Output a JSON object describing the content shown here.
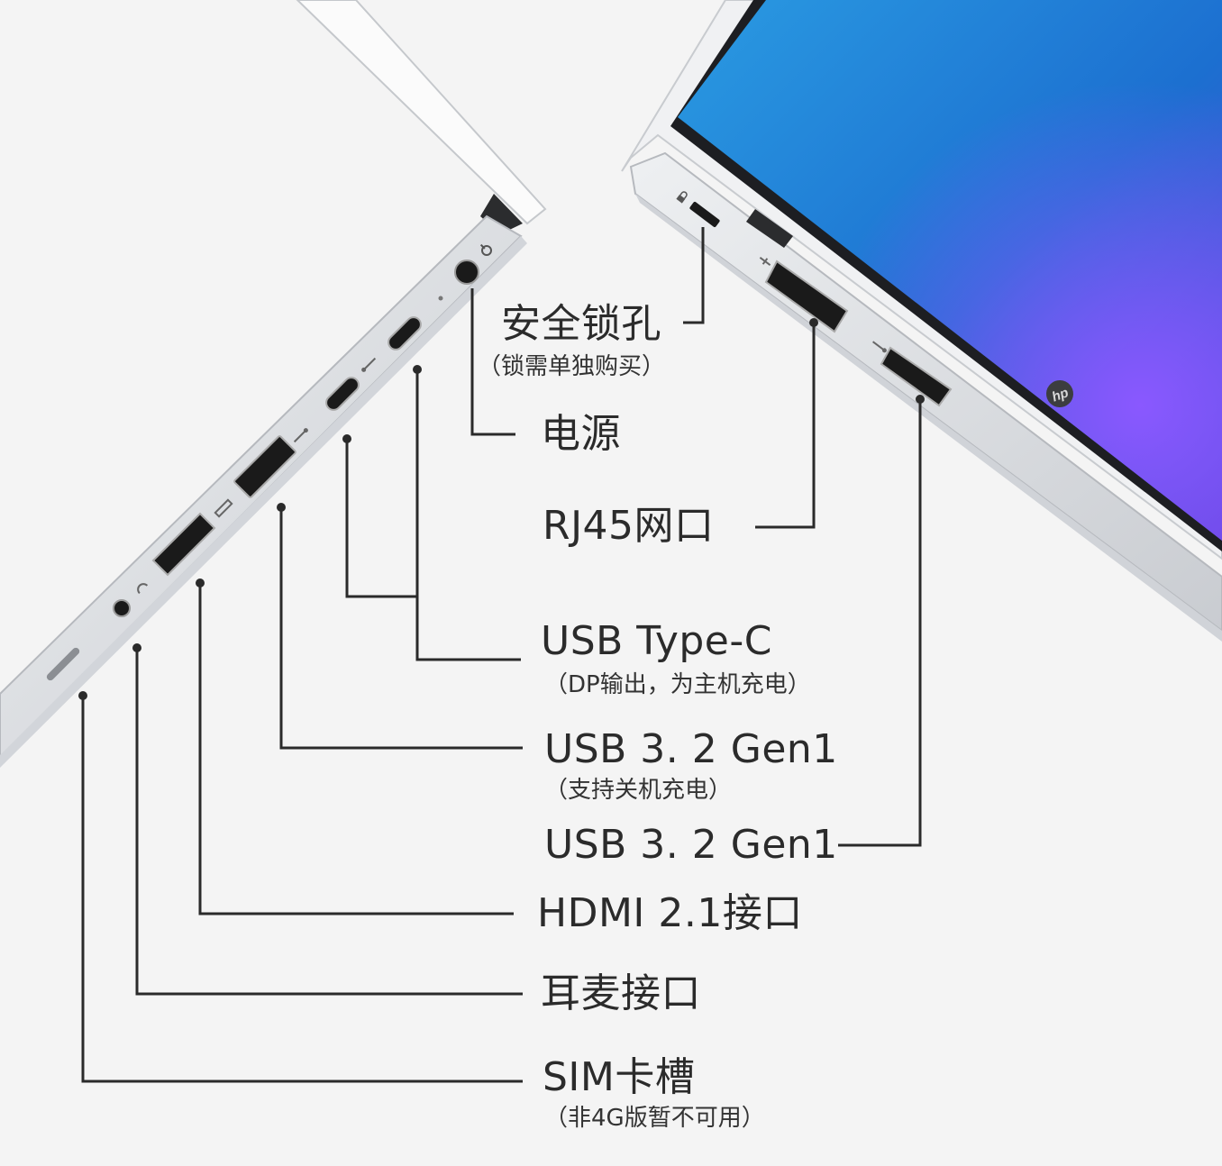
{
  "ports": [
    {
      "id": "lock",
      "title": "安全锁孔",
      "note": "（锁需单独购买）"
    },
    {
      "id": "power",
      "title": "电源",
      "note": ""
    },
    {
      "id": "rj45",
      "title": "RJ45网口",
      "note": ""
    },
    {
      "id": "usbc",
      "title": "USB Type-C",
      "note": "（DP输出，为主机充电）"
    },
    {
      "id": "usba1",
      "title": "USB 3. 2 Gen1",
      "note": "（支持关机充电）"
    },
    {
      "id": "usba2",
      "title": "USB 3. 2 Gen1",
      "note": ""
    },
    {
      "id": "hdmi",
      "title": "HDMI 2.1接口",
      "note": ""
    },
    {
      "id": "audio",
      "title": "耳麦接口",
      "note": ""
    },
    {
      "id": "sim",
      "title": "SIM卡槽",
      "note": "（非4G版暂不可用）"
    }
  ],
  "colors": {
    "background": "#f4f4f4",
    "chassis": "#d9dbde",
    "chassis_edge": "#b9bcc1",
    "screen_bezel": "#1d1e22",
    "screen_blue": "#1f8ad8",
    "screen_purple": "#6b4fe0",
    "port_dark": "#1a1a1a",
    "leader": "#2a2a2a"
  },
  "icons": [
    "lock-icon",
    "power-icon",
    "network-icon",
    "usb-icon",
    "hdmi-icon",
    "headset-icon",
    "hp-logo-icon"
  ]
}
